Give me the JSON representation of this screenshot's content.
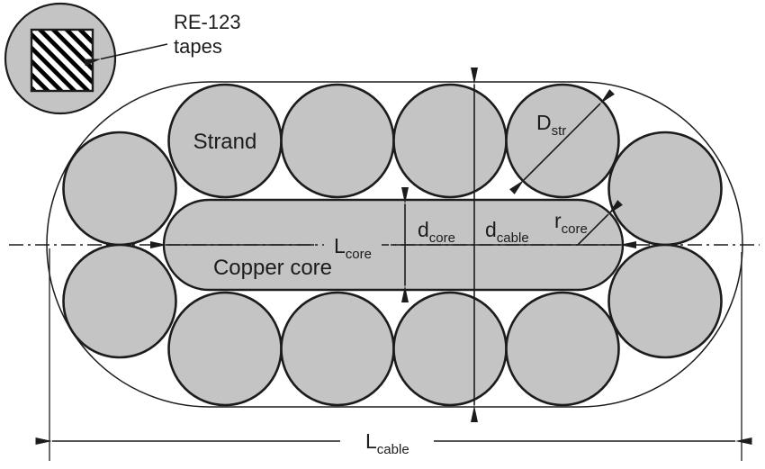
{
  "colors": {
    "shape_fill": "#c4c4c4",
    "line": "#1c1c1c",
    "text": "#1c1c1c",
    "background": "#ffffff",
    "hatch_fg": "#000000",
    "hatch_bg": "#ffffff"
  },
  "labels": {
    "inset": {
      "line1": "RE-123",
      "line2": "tapes"
    },
    "strand": "Strand",
    "copper_core": "Copper core",
    "d_str": {
      "base": "D",
      "sub": "str"
    },
    "d_core": {
      "base": "d",
      "sub": "core"
    },
    "d_cable": {
      "base": "d",
      "sub": "cable"
    },
    "r_core": {
      "base": "r",
      "sub": "core"
    },
    "l_core": {
      "base": "L",
      "sub": "core"
    },
    "l_cable": {
      "base": "L",
      "sub": "cable"
    }
  }
}
